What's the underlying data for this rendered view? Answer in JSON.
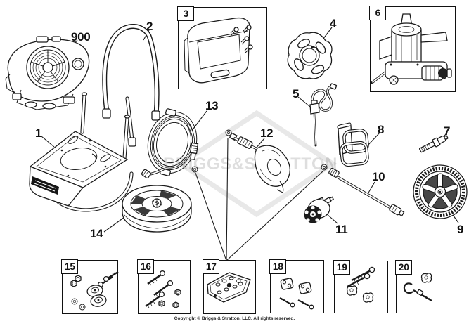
{
  "watermark": {
    "text": "BRIGGS&STRATTON"
  },
  "footer": {
    "copyright": "Copyright © Briggs & Stratton, LLC. All rights reserved."
  },
  "callouts": {
    "engine": "900",
    "frame": "1",
    "handle": "2",
    "panel_kit": "3",
    "flange": "4",
    "chemical_hose": "5",
    "pump": "6",
    "axle_bolt": "7",
    "gun_holder": "8",
    "wheel": "9",
    "wand": "10",
    "spray_tip": "11",
    "spray_gun": "12",
    "high_pressure_hose": "13",
    "surface_cleaner": "14",
    "caster_kit": "15",
    "bolt_kit": "16",
    "nozzle_kit": "17",
    "clamp_kit": "18",
    "knob_kit": "19",
    "hook_kit": "20"
  }
}
